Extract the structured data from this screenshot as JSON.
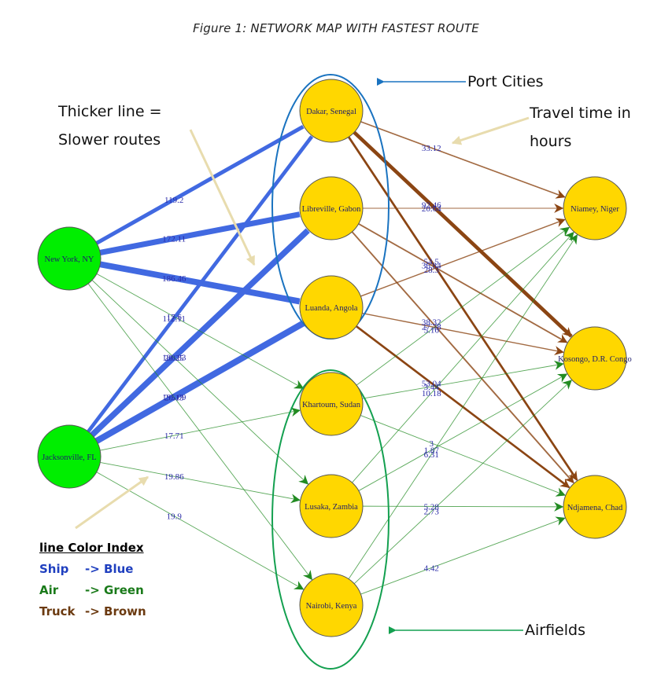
{
  "title": "Figure 1: NETWORK MAP WITH FASTEST ROUTE",
  "annotations": {
    "thicker_line": [
      "Thicker line =",
      "Slower routes"
    ],
    "port_cities": "Port Cities",
    "travel_time": [
      "Travel time in",
      "hours"
    ],
    "airfields": "Airfields"
  },
  "legend": {
    "heading": "line Color Index",
    "items": [
      {
        "mode": "Ship",
        "arrow": "-> Blue",
        "color": "#1f3fbf"
      },
      {
        "mode": "Air",
        "arrow": "-> Green",
        "color": "#1a7a1a"
      },
      {
        "mode": "Truck",
        "arrow": "-> Brown",
        "color": "#6b3a10"
      }
    ]
  },
  "colors": {
    "ship": "#4169e1",
    "air": "#228b22",
    "truck": "#8b4513",
    "origin_fill": "#00ee00",
    "node_fill": "#ffd700",
    "port_group": "#1a73c0",
    "airfield_group": "#14a050",
    "callout": "#e8dcae"
  },
  "nodes": [
    {
      "id": "ny",
      "label": "New York, NY",
      "type": "origin"
    },
    {
      "id": "jax",
      "label": "Jacksonville, FL",
      "type": "origin"
    },
    {
      "id": "dakar",
      "label": "Dakar, Senegal",
      "type": "port"
    },
    {
      "id": "libreville",
      "label": "Libreville, Gabon",
      "type": "port"
    },
    {
      "id": "luanda",
      "label": "Luanda, Angola",
      "type": "port"
    },
    {
      "id": "khartoum",
      "label": "Khartoum, Sudan",
      "type": "airfield"
    },
    {
      "id": "lusaka",
      "label": "Lusaka, Zambia",
      "type": "airfield"
    },
    {
      "id": "nairobi",
      "label": "Nairobi, Kenya",
      "type": "airfield"
    },
    {
      "id": "niamey",
      "label": "Niamey, Niger",
      "type": "destination"
    },
    {
      "id": "kosongo",
      "label": "Kosongo, D.R. Congo",
      "type": "destination"
    },
    {
      "id": "ndjamena",
      "label": "Ndjamena, Chad",
      "type": "destination"
    }
  ],
  "edges": [
    {
      "from": "ny",
      "to": "dakar",
      "mode": "ship",
      "hours": "119.2"
    },
    {
      "from": "ny",
      "to": "libreville",
      "mode": "ship",
      "hours": "172.11"
    },
    {
      "from": "ny",
      "to": "luanda",
      "mode": "ship",
      "hours": "186.46"
    },
    {
      "from": "jax",
      "to": "dakar",
      "mode": "ship",
      "hours": "112.11"
    },
    {
      "from": "jax",
      "to": "libreville",
      "mode": "ship",
      "hours": "180.83"
    },
    {
      "from": "jax",
      "to": "luanda",
      "mode": "ship",
      "hours": "195.09"
    },
    {
      "from": "ny",
      "to": "khartoum",
      "mode": "air",
      "hours": "17.6"
    },
    {
      "from": "ny",
      "to": "lusaka",
      "mode": "air",
      "hours": "20.25"
    },
    {
      "from": "ny",
      "to": "nairobi",
      "mode": "air",
      "hours": "20.13"
    },
    {
      "from": "jax",
      "to": "khartoum",
      "mode": "air",
      "hours": "17.71"
    },
    {
      "from": "jax",
      "to": "lusaka",
      "mode": "air",
      "hours": "19.86"
    },
    {
      "from": "jax",
      "to": "nairobi",
      "mode": "air",
      "hours": "19.9"
    },
    {
      "from": "dakar",
      "to": "niamey",
      "mode": "truck",
      "hours": "33.12"
    },
    {
      "from": "dakar",
      "to": "kosongo",
      "mode": "truck",
      "hours": "92.46"
    },
    {
      "from": "dakar",
      "to": "ndjamena",
      "mode": "truck",
      "hours": "54.5"
    },
    {
      "from": "libreville",
      "to": "niamey",
      "mode": "truck",
      "hours": "20.64"
    },
    {
      "from": "libreville",
      "to": "kosongo",
      "mode": "truck",
      "hours": "36.84"
    },
    {
      "from": "libreville",
      "to": "ndjamena",
      "mode": "truck",
      "hours": "38.32"
    },
    {
      "from": "luanda",
      "to": "niamey",
      "mode": "truck",
      "hours": "28.3"
    },
    {
      "from": "luanda",
      "to": "kosongo",
      "mode": "truck",
      "hours": "27.78"
    },
    {
      "from": "luanda",
      "to": "ndjamena",
      "mode": "truck",
      "hours": "53.04"
    },
    {
      "from": "khartoum",
      "to": "niamey",
      "mode": "air",
      "hours": "5.16"
    },
    {
      "from": "khartoum",
      "to": "kosongo",
      "mode": "air",
      "hours": "3.44"
    },
    {
      "from": "khartoum",
      "to": "ndjamena",
      "mode": "air",
      "hours": "3"
    },
    {
      "from": "lusaka",
      "to": "niamey",
      "mode": "air",
      "hours": "10.18"
    },
    {
      "from": "lusaka",
      "to": "kosongo",
      "mode": "air",
      "hours": "1.87"
    },
    {
      "from": "lusaka",
      "to": "ndjamena",
      "mode": "air",
      "hours": "5.28"
    },
    {
      "from": "nairobi",
      "to": "niamey",
      "mode": "air",
      "hours": "6.31"
    },
    {
      "from": "nairobi",
      "to": "kosongo",
      "mode": "air",
      "hours": "2.73"
    },
    {
      "from": "nairobi",
      "to": "ndjamena",
      "mode": "air",
      "hours": "4.42"
    }
  ]
}
